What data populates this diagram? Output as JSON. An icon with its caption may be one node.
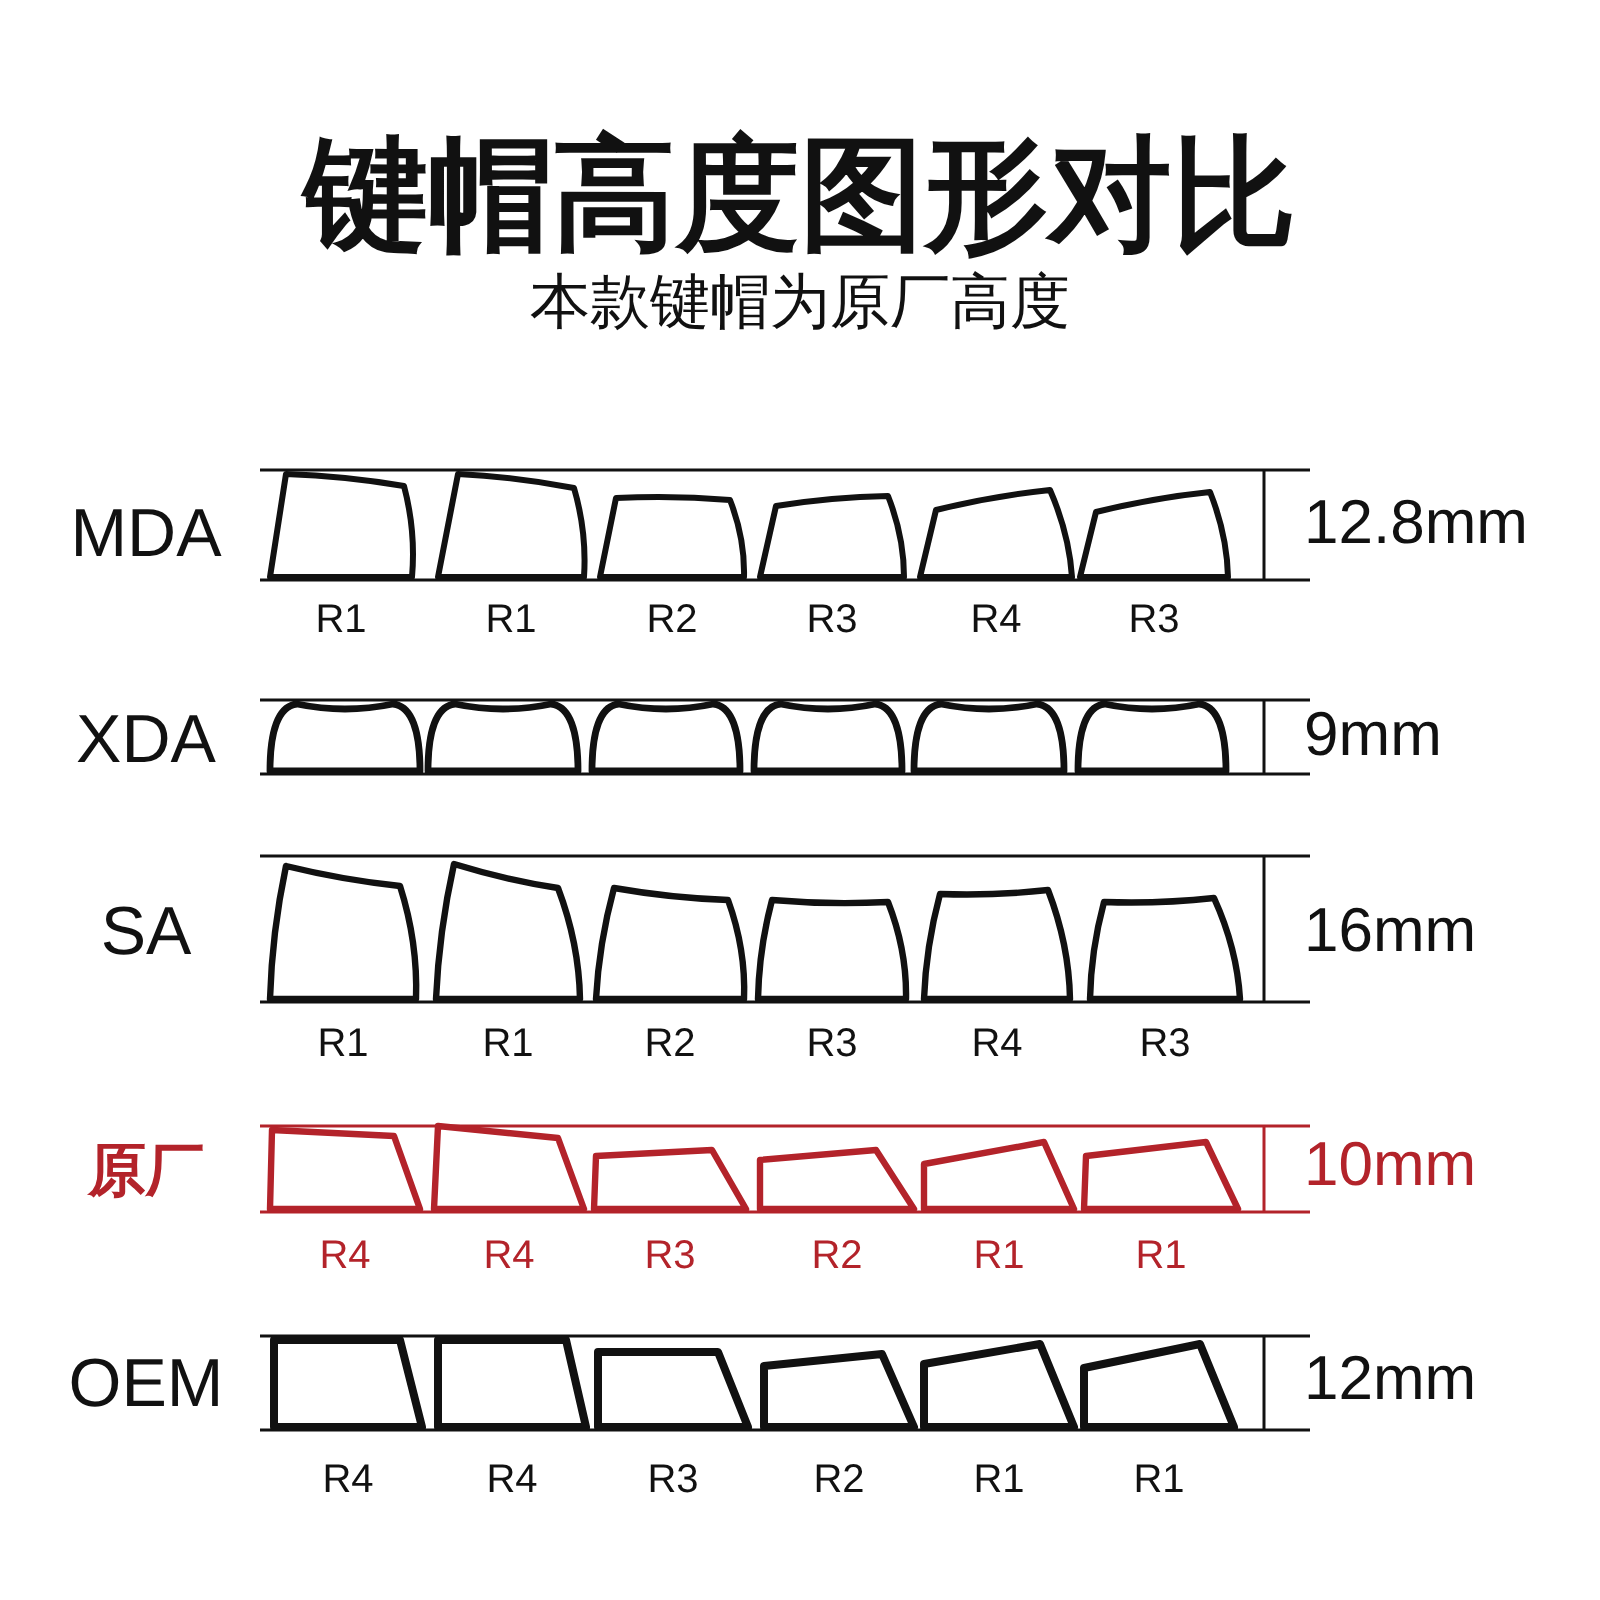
{
  "diagram": {
    "title": "键帽高度图形对比",
    "labels": [
      "本款键帽为原厂高度",
      "MDA",
      "12.8mm",
      "R1",
      "R1",
      "R2",
      "R3",
      "R4",
      "R3",
      "XDA",
      "9mm",
      "SA",
      "16mm",
      "R1",
      "R1",
      "R2",
      "R3",
      "R4",
      "R3",
      "原厂",
      "10mm",
      "R4",
      "R4",
      "R3",
      "R2",
      "R1",
      "R1",
      "OEM",
      "12mm",
      "R4",
      "R4",
      "R3",
      "R2",
      "R1",
      "R1"
    ]
  }
}
